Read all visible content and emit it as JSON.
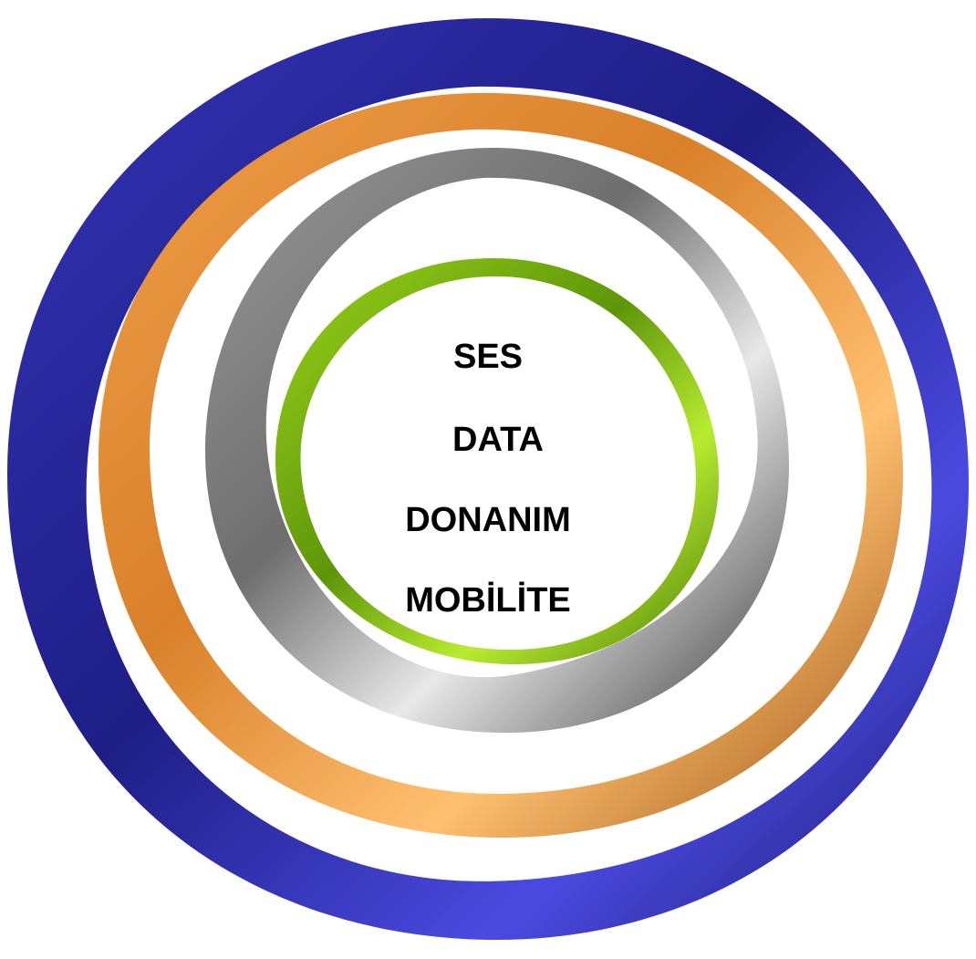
{
  "labels": {
    "ses": "SES",
    "data": "DATA",
    "donanim": "DONANIM",
    "mobilite": "MOBİLİTE"
  },
  "colors": {
    "blue_ring": "#26269a",
    "orange_ring": "#e88a2e",
    "gray_ring": "#8a8a8a",
    "green_ring": "#7bbb10",
    "background": "#ffffff",
    "text": "#000000"
  },
  "rings": [
    {
      "name": "blue-ring",
      "color": "blue"
    },
    {
      "name": "orange-ring",
      "color": "orange"
    },
    {
      "name": "gray-ring",
      "color": "gray"
    },
    {
      "name": "green-ring",
      "color": "green"
    }
  ]
}
